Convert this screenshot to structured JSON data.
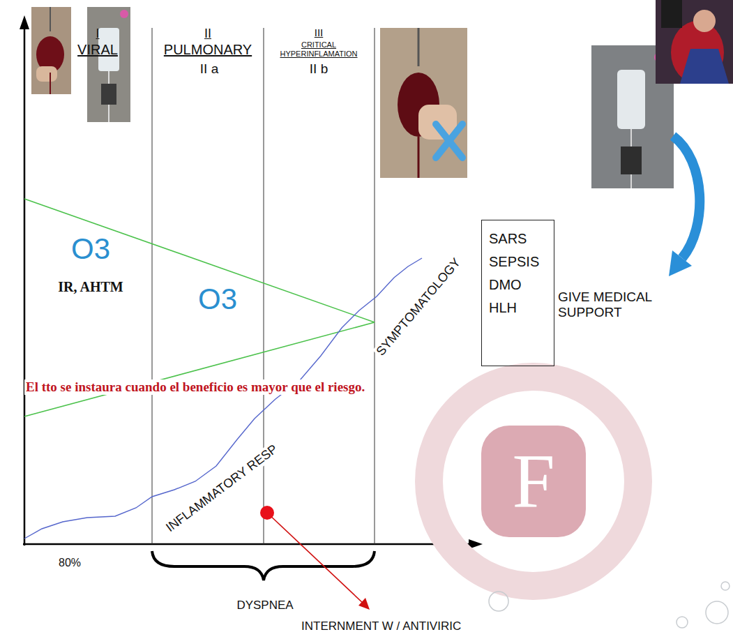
{
  "diagram": {
    "nodes": [
      {
        "text": [
          "SARS SEPSIS DMO HLH"
        ]
      }
    ],
    "labels": [
      "I",
      "VIRAL",
      "II",
      "PULMONARY",
      "III",
      "CRITICAL HYPERINFLAMATION",
      "II a",
      "II b",
      "O3",
      "IR, AHTM",
      "O3",
      "SYMPTOMATOLOGY",
      "El tto se instaura cuando el beneficio es mayor que el riesgo.",
      "INFLAMMATORY RESP",
      "GIVE MEDICAL SUPPORT",
      "80%",
      "DYSPNEA",
      "INTERNMENT W / ANTIVIRIC",
      "F"
    ]
  }
}
